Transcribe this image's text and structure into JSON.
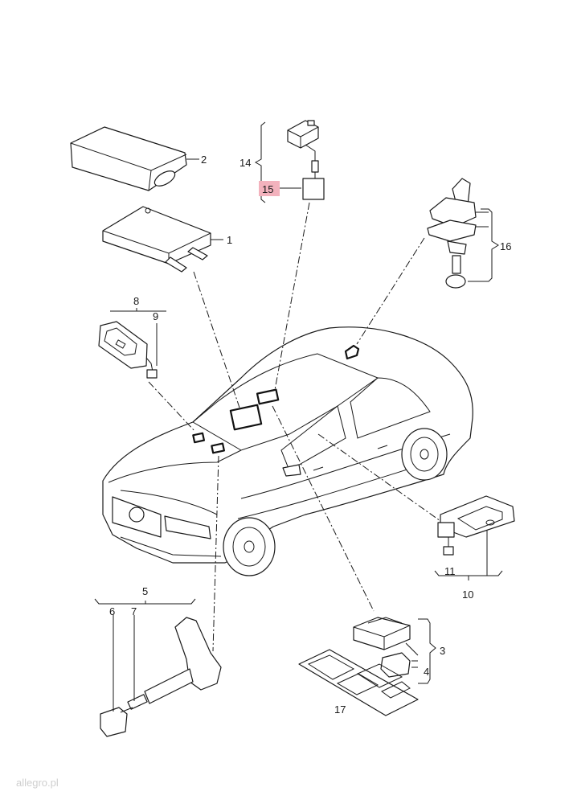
{
  "diagram": {
    "callouts": [
      {
        "id": "c1",
        "text": "1"
      },
      {
        "id": "c2",
        "text": "2"
      },
      {
        "id": "c3",
        "text": "3"
      },
      {
        "id": "c4",
        "text": "4"
      },
      {
        "id": "c5",
        "text": "5"
      },
      {
        "id": "c6",
        "text": "6"
      },
      {
        "id": "c7",
        "text": "7"
      },
      {
        "id": "c8",
        "text": "8"
      },
      {
        "id": "c9",
        "text": "9"
      },
      {
        "id": "c10",
        "text": "10"
      },
      {
        "id": "c11",
        "text": "11"
      },
      {
        "id": "c14",
        "text": "14"
      },
      {
        "id": "c15",
        "text": "15"
      },
      {
        "id": "c16",
        "text": "16"
      },
      {
        "id": "c17",
        "text": "17"
      }
    ],
    "highlight_color": "#f3b2bd",
    "highlighted_callout": "15"
  },
  "watermark": {
    "text": "allegro.pl"
  }
}
